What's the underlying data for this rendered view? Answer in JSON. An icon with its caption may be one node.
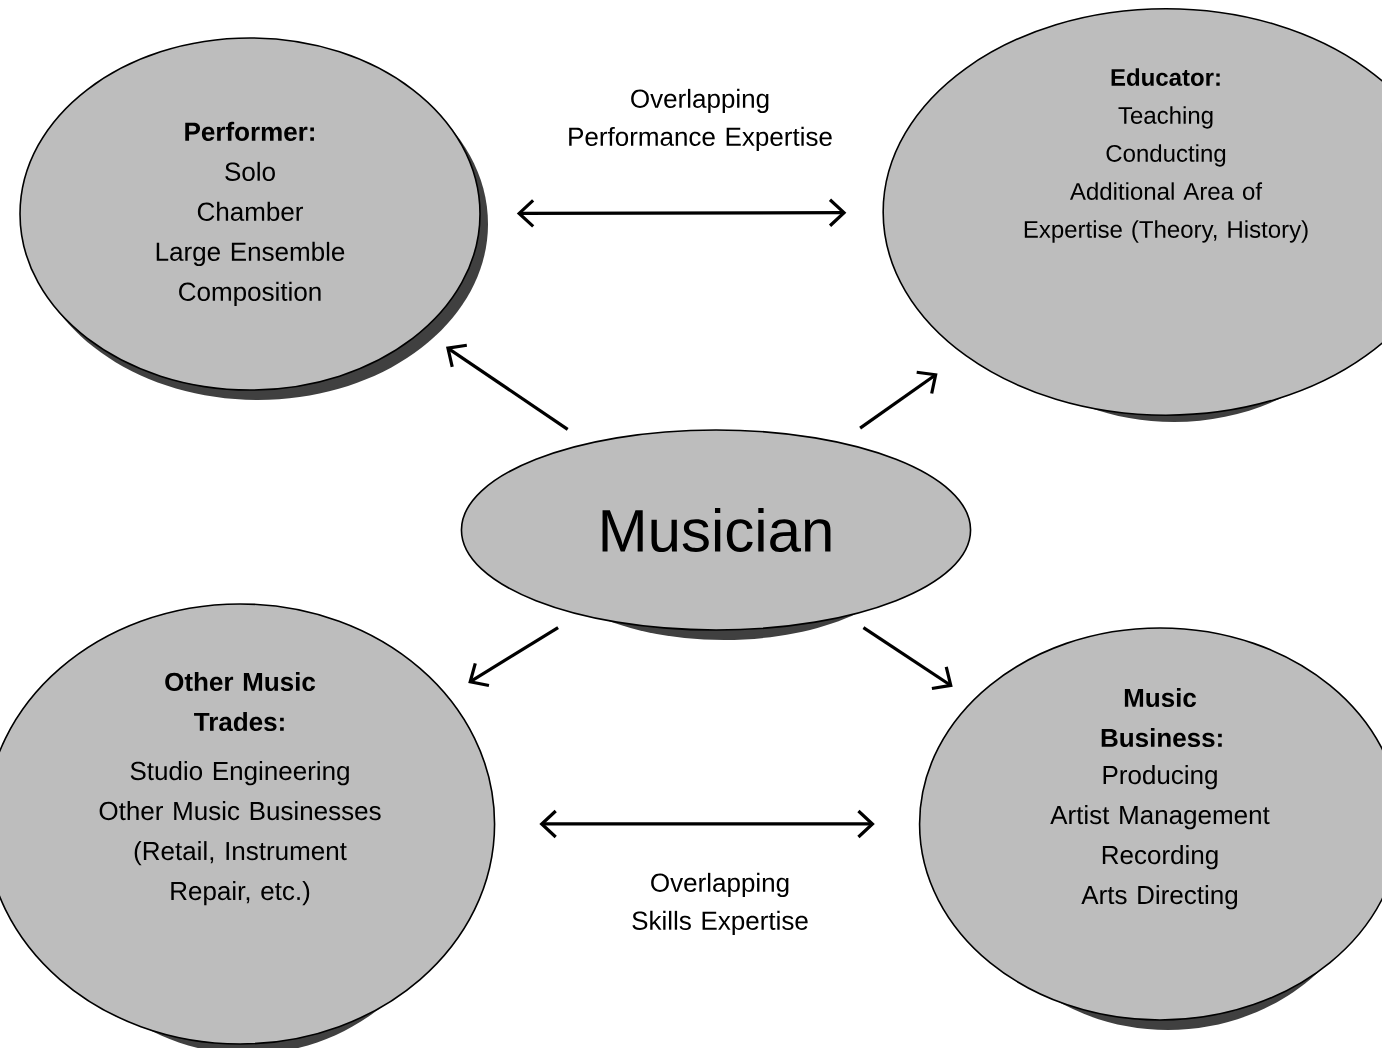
{
  "diagram": {
    "nodes": [
      {
        "text": [
          "Performer:",
          "Solo",
          "Chamber",
          "Large Ensemble",
          "Composition"
        ]
      },
      {
        "text": [
          "Educator:",
          "Teaching",
          "Conducting",
          "Additional Area of Expertise (Theory, History)"
        ]
      },
      {
        "text": [
          "Musician"
        ]
      },
      {
        "text": [
          "Other Music Trades:",
          "Studio Engineering",
          "Other Music Businesses",
          "(Retail, Instrument Repair, etc.)"
        ]
      },
      {
        "text": [
          "Music Business:",
          "Producing",
          "Artist Management",
          "Recording",
          "Arts Directing"
        ]
      }
    ],
    "edges": [
      {
        "from": 0,
        "to": 1,
        "arrow": "both",
        "label": "Overlapping Performance Expertise"
      },
      {
        "from": 2,
        "to": 0,
        "arrow": "to"
      },
      {
        "from": 2,
        "to": 1,
        "arrow": "to"
      },
      {
        "from": 2,
        "to": 3,
        "arrow": "to"
      },
      {
        "from": 2,
        "to": 4,
        "arrow": "to"
      },
      {
        "from": 3,
        "to": 4,
        "arrow": "both",
        "label": "Overlapping Skills Expertise"
      }
    ]
  }
}
